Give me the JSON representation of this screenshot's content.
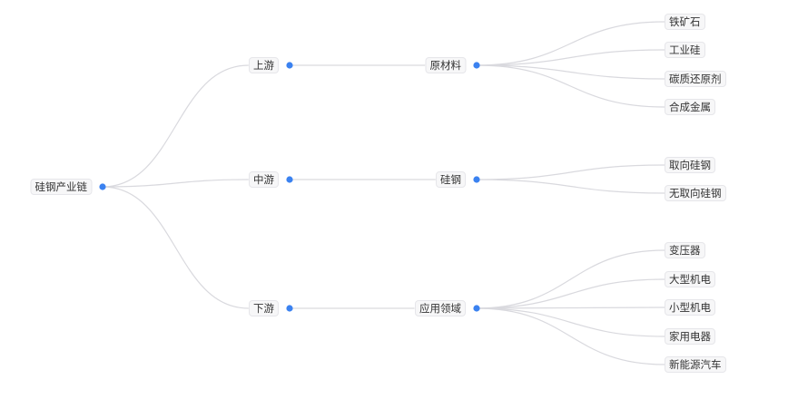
{
  "tree": {
    "label": "硅钢产业链",
    "children": [
      {
        "label": "上游",
        "children": [
          {
            "label": "原材料",
            "children": [
              {
                "label": "铁矿石"
              },
              {
                "label": "工业硅"
              },
              {
                "label": "碳质还原剂"
              },
              {
                "label": "合成金属"
              }
            ]
          }
        ]
      },
      {
        "label": "中游",
        "children": [
          {
            "label": "硅钢",
            "children": [
              {
                "label": "取向硅钢"
              },
              {
                "label": "无取向硅钢"
              }
            ]
          }
        ]
      },
      {
        "label": "下游",
        "children": [
          {
            "label": "应用领域",
            "children": [
              {
                "label": "变压器"
              },
              {
                "label": "大型机电"
              },
              {
                "label": "小型机电"
              },
              {
                "label": "家用电器"
              },
              {
                "label": "新能源汽车"
              }
            ]
          }
        ]
      }
    ]
  },
  "colors": {
    "node_dot": "#3b82f0",
    "link": "#d9d9de",
    "label_bg": "#f7f7f8",
    "label_border": "#e6e6ea"
  }
}
